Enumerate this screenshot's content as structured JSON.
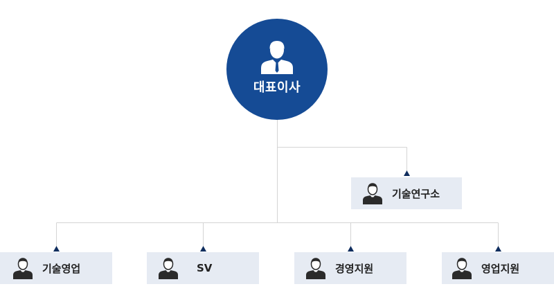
{
  "colors": {
    "ceo_fill": "#154b95",
    "box_fill": "#e6ebf3",
    "line": "#d4d4d4",
    "arrow": "#0f2d5e"
  },
  "ceo": {
    "label": "대표이사",
    "icon": "businessman-icon"
  },
  "lab": {
    "label": "기술연구소",
    "icon": "businessman-icon"
  },
  "departments": [
    {
      "label": "기술영업",
      "icon": "businessman-icon"
    },
    {
      "label": "SV",
      "icon": "businessman-icon"
    },
    {
      "label": "경영지원",
      "icon": "businessman-icon"
    },
    {
      "label": "영업지원",
      "icon": "businessman-icon"
    }
  ]
}
